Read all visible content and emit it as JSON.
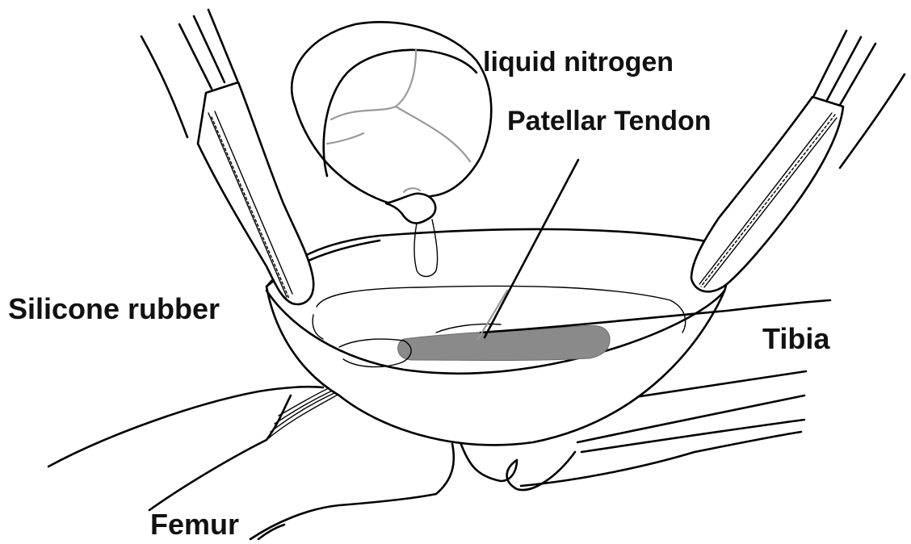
{
  "labels": {
    "liquid_nitrogen": "liquid nitrogen",
    "patellar_tendon": "Patellar Tendon",
    "silicone_rubber": "Silicone rubber",
    "tibia": "Tibia",
    "femur": "Femur"
  },
  "colors": {
    "line": "#000000",
    "tendon": "#8a8a8a",
    "liquid": "#a0a0a0",
    "background": "#ffffff"
  }
}
